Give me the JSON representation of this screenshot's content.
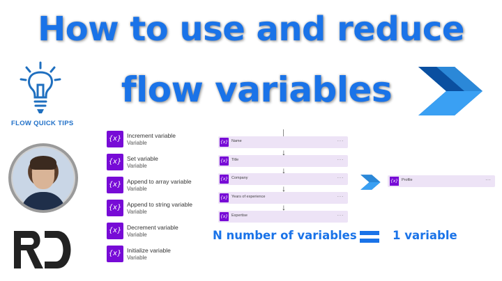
{
  "title": {
    "line1": "How to use and reduce",
    "line2": "flow variables"
  },
  "left_logo": {
    "icon": "lightbulb-icon",
    "caption": "FLOW QUICK TIPS"
  },
  "variable_actions": [
    {
      "icon_label": "{x}",
      "title": "Increment variable",
      "subtitle": "Variable"
    },
    {
      "icon_label": "{x}",
      "title": "Set variable",
      "subtitle": "Variable"
    },
    {
      "icon_label": "{x}",
      "title": "Append to array variable",
      "subtitle": "Variable"
    },
    {
      "icon_label": "{x}",
      "title": "Append to string variable",
      "subtitle": "Variable"
    },
    {
      "icon_label": "{x}",
      "title": "Decrement variable",
      "subtitle": "Variable"
    },
    {
      "icon_label": "{x}",
      "title": "Initialize variable",
      "subtitle": "Variable"
    }
  ],
  "flow_steps": [
    {
      "icon_label": "{x}",
      "label": "Name",
      "menu": "···"
    },
    {
      "icon_label": "{x}",
      "label": "Title",
      "menu": "···"
    },
    {
      "icon_label": "{x}",
      "label": "Company",
      "menu": "···"
    },
    {
      "icon_label": "{x}",
      "label": "Years of experience",
      "menu": "···"
    },
    {
      "icon_label": "{x}",
      "label": "Expertise",
      "menu": "···"
    }
  ],
  "profile_step": {
    "icon_label": "{x}",
    "label": "Profile",
    "menu": "···"
  },
  "bottom": {
    "left_text": "N number of variables",
    "right_text": "1 variable"
  },
  "colors": {
    "title_blue": "#1a73e8",
    "variable_purple": "#770bd6",
    "card_background": "#ede3f6"
  }
}
